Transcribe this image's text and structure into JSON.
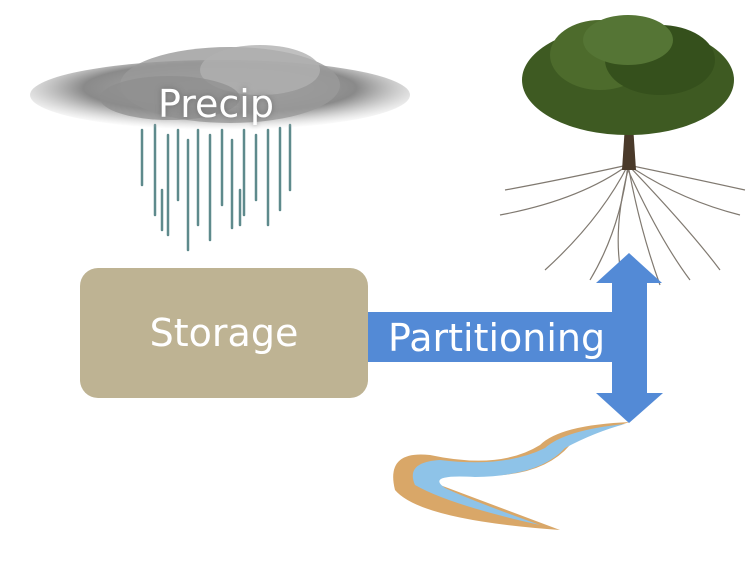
{
  "labels": {
    "precip": "Precip",
    "storage": "Storage",
    "partitioning": "Partitioning"
  },
  "colors": {
    "storage_box": "#BEB393",
    "arrow": "#538AD6",
    "cloud": "#8E8E8E",
    "rain": "#5E8A8C",
    "foliage": "#3E5A22",
    "river_bank": "#D9A768",
    "river_water": "#8EC3E8"
  },
  "icons": [
    "rain-cloud-icon",
    "tree-with-roots-icon",
    "river-icon",
    "double-headed-arrow-icon"
  ]
}
